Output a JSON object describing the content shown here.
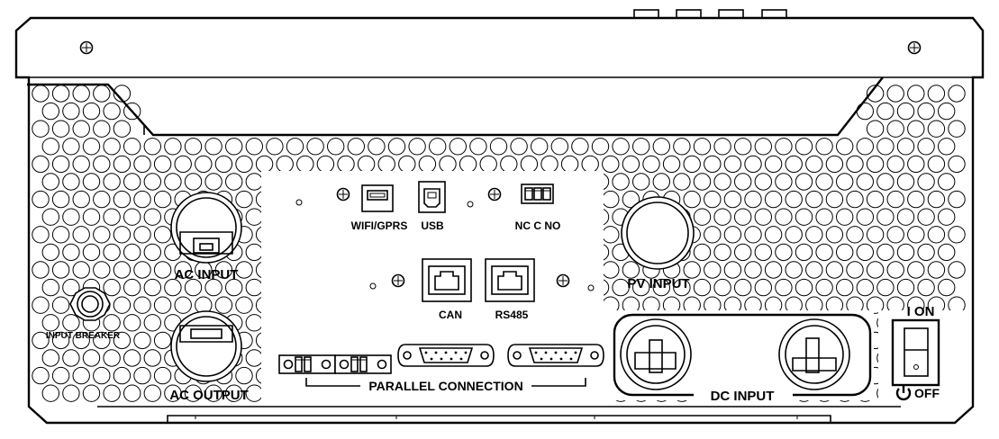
{
  "labels": {
    "ac_input": "AC  INPUT",
    "ac_output": "AC  OUTPUT",
    "input_breaker": "INPUT BREAKER",
    "wifi_gprs": "WIFI/GPRS",
    "usb": "USB",
    "relay": "NC  C  NO",
    "can": "CAN",
    "rs485": "RS485",
    "pv_input": "PV INPUT",
    "parallel_connection": "PARALLEL  CONNECTION",
    "dc_input": "DC  INPUT",
    "switch_on": "I  ON",
    "switch_off": "OFF"
  },
  "icons": {
    "screw": "screw-icon",
    "power": "power-icon",
    "vent": "vent-hole-icon"
  },
  "colors": {
    "line": "#000000",
    "background": "#ffffff"
  }
}
